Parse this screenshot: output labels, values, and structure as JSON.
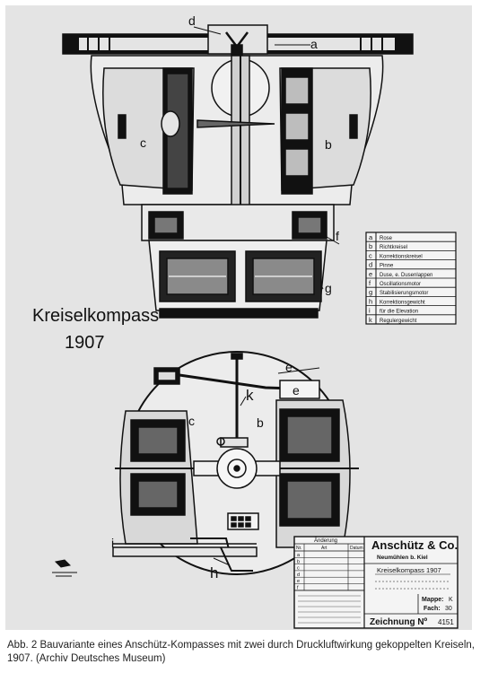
{
  "drawing": {
    "title_line1": "Kreiselkompass",
    "title_line2": "1907",
    "part_letters": {
      "a": "a",
      "b": "b",
      "c": "c",
      "d": "d",
      "e": "e",
      "f": "f",
      "g": "g",
      "h": "h",
      "i": "i",
      "k": "k"
    },
    "legend": [
      {
        "key": "a",
        "text": "Rose"
      },
      {
        "key": "b",
        "text": "Richtkreisel"
      },
      {
        "key": "c",
        "text": "Korrektionskreisel"
      },
      {
        "key": "d",
        "text": "Pinne"
      },
      {
        "key": "e",
        "text": "Duse, e. Dusenlappen"
      },
      {
        "key": "f",
        "text": "Oscillationsmotor"
      },
      {
        "key": "g",
        "text": "Stabilisierungsmotor"
      },
      {
        "key": "h",
        "text": "Korrektionsgewicht"
      },
      {
        "key": "i",
        "text": "für die Elevation"
      },
      {
        "key": "k",
        "text": "Regulergewicht"
      }
    ],
    "title_block": {
      "change_header": "Änderung",
      "col_no": "Nr.",
      "col_art": "Art",
      "col_date": "Datum",
      "rows": [
        "a",
        "b",
        "c",
        "d",
        "e",
        "f"
      ],
      "company": "Anschütz & Co.",
      "location": "Neumühlen b. Kiel",
      "drawing_name": "Kreiselkompass 1907",
      "mappe_label": "Mappe:",
      "mappe_value": "K",
      "fach_label": "Fach:",
      "fach_value": "30",
      "number_label": "Zeichnung Nº",
      "number_value": "4151"
    }
  },
  "caption": {
    "text": "Abb. 2  Bauvariante eines Anschütz-Kompasses mit zwei durch Druckluftwirkung gekoppelten Kreiseln, 1907. (Archiv Deutsches Museum)"
  }
}
